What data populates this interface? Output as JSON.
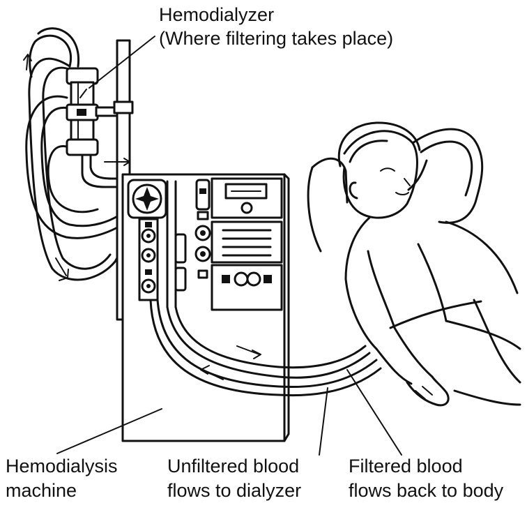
{
  "labels": {
    "hemodialyzer": {
      "line1": "Hemodialyzer",
      "line2": "(Where filtering takes place)"
    },
    "machine": {
      "line1": "Hemodialysis",
      "line2": "machine"
    },
    "unfiltered": {
      "line1": "Unfiltered blood",
      "line2": "flows to dialyzer"
    },
    "filtered": {
      "line1": "Filtered blood",
      "line2": "flows back to body"
    }
  },
  "colors": {
    "ink": "#111111",
    "background": "#ffffff"
  }
}
